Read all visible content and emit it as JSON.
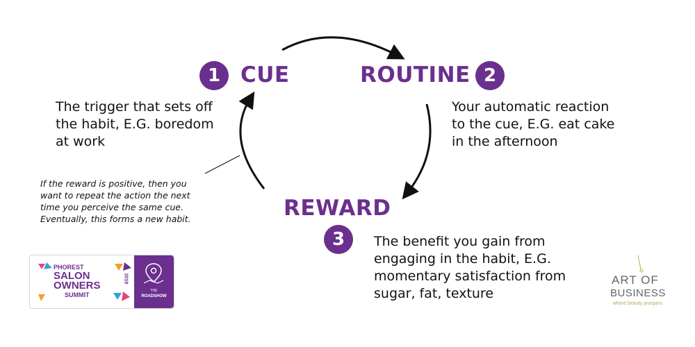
{
  "cue": {
    "number": "1",
    "title": "CUE",
    "description": [
      "The trigger that sets off",
      "the habit, E.G. boredom",
      "at work"
    ]
  },
  "routine": {
    "number": "2",
    "title": "ROUTINE",
    "description": [
      "Your automatic reaction",
      "to the cue, E.G. eat cake",
      "in the afternoon"
    ]
  },
  "reward": {
    "number": "3",
    "title": "REWARD",
    "description": [
      "The benefit you gain from",
      "engaging in the habit, E.G.",
      "momentary satisfaction from",
      "sugar, fat, texture"
    ]
  },
  "note": [
    "If the reward is positive, then you",
    "want to repeat the action the next",
    "time you perceive the same cue.",
    "Eventually, this forms a new habit."
  ],
  "logo_summit": {
    "line1": "PHOREST",
    "line2": "SALON",
    "line3": "OWNERS",
    "line4": "SUMMIT",
    "year": "2019",
    "tag1": "THE",
    "tag2": "ROADSHOW"
  },
  "logo_aob": {
    "line1": "ART",
    "line2": "OF",
    "line3": "BUSINESS",
    "tagline": "where beauty prospers"
  },
  "colors": {
    "accent": "#6b2f8e",
    "aob_gold": "#b9a85a"
  }
}
